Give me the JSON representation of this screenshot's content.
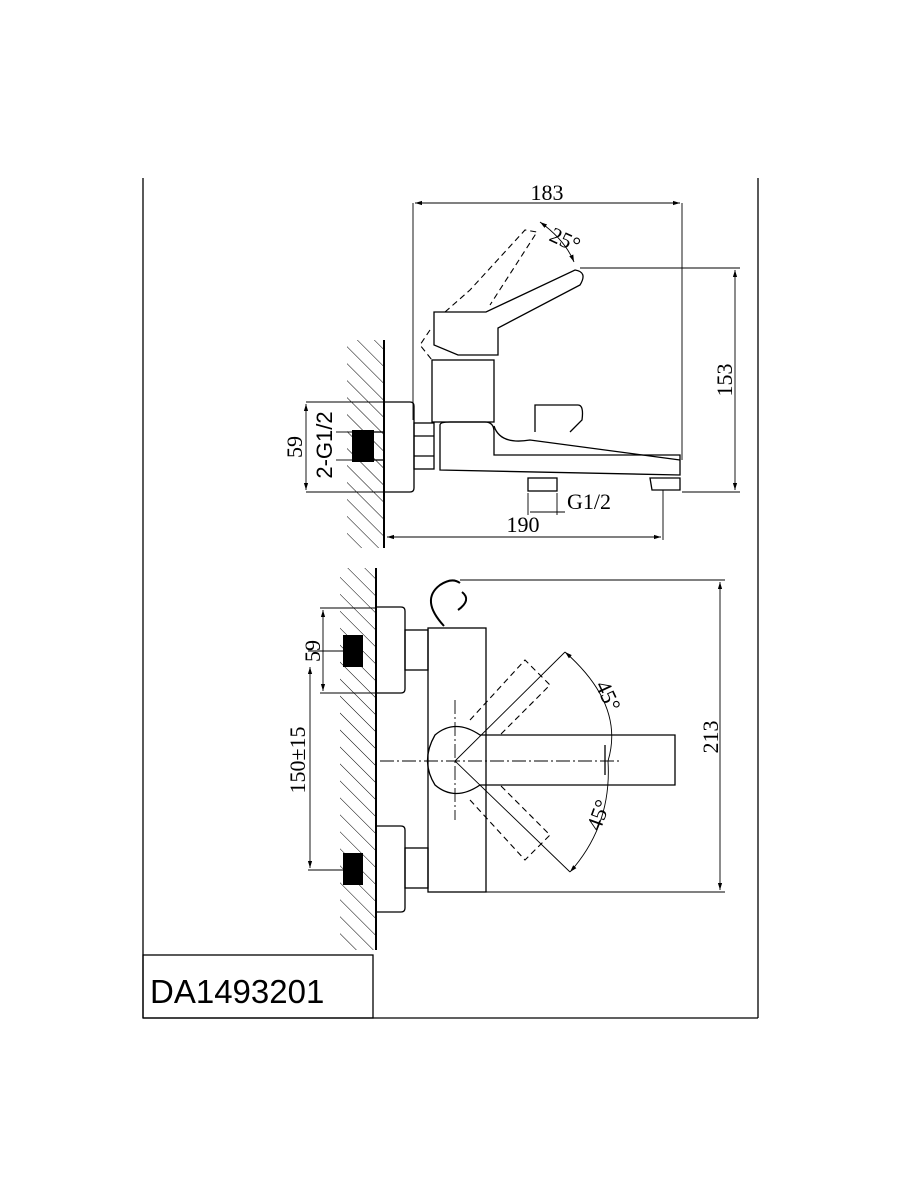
{
  "model_code": "DA1493201",
  "side_view": {
    "width_dim": "183",
    "height_dim": "153",
    "depth_dim": "190",
    "lever_angle": "25°",
    "inlet_spacing": "59",
    "inlet_thread": "2-G1/2",
    "outlet_thread": "G1/2"
  },
  "front_view": {
    "height_dim": "213",
    "inlet_spacing_dim": "150±15",
    "escutcheon_dim": "59",
    "lever_angle_up": "45°",
    "lever_angle_down": "45°"
  }
}
